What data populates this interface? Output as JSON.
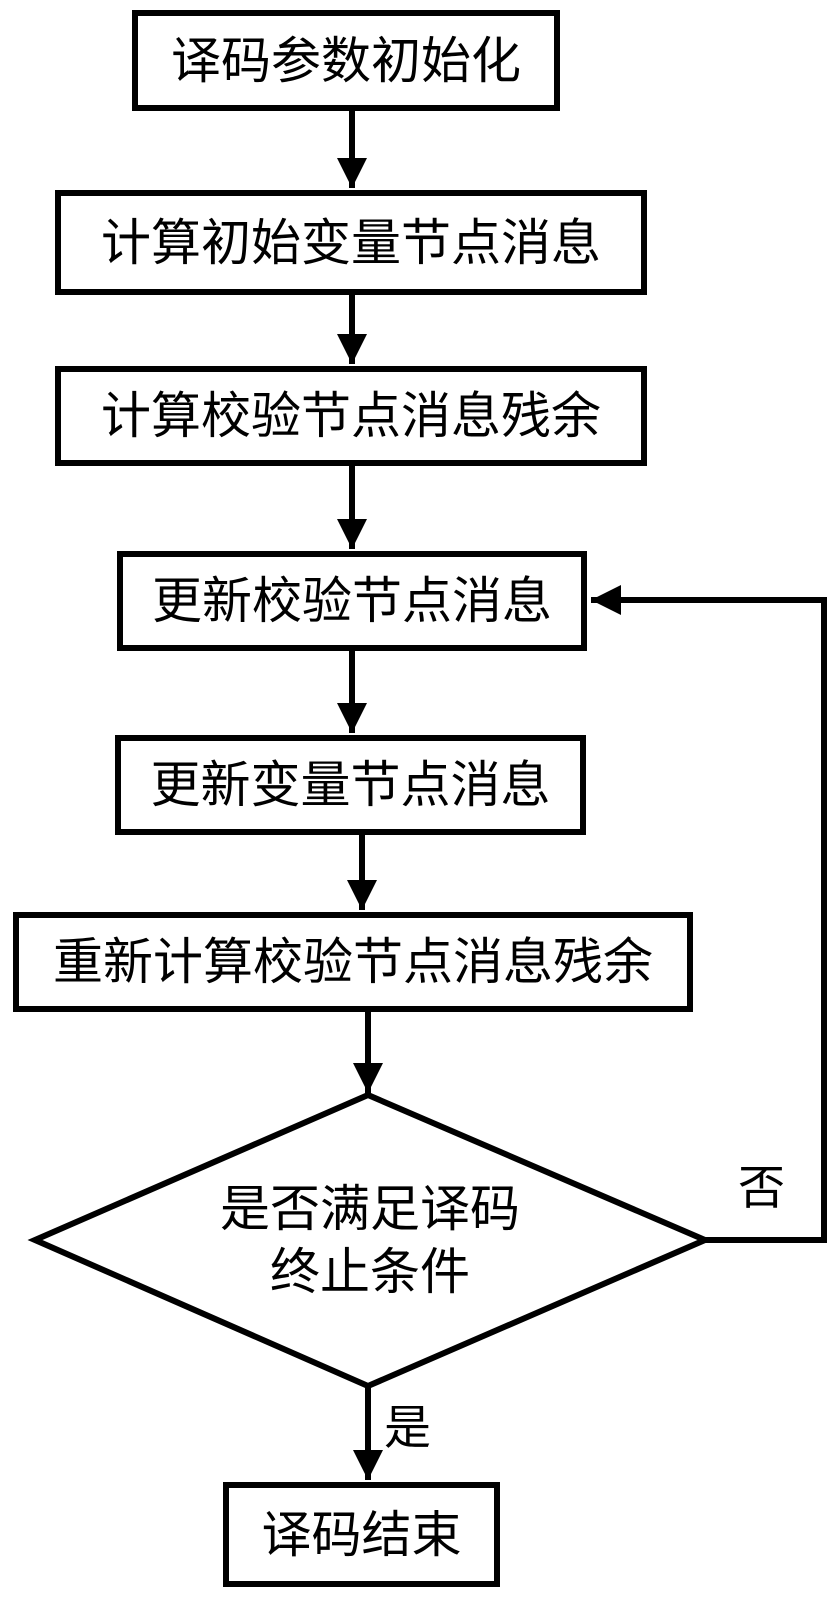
{
  "flowchart": {
    "colors": {
      "background": "#ffffff",
      "stroke": "#000000",
      "text": "#000000"
    },
    "nodes": [
      {
        "id": "init",
        "shape": "rect",
        "label": "译码参数初始化"
      },
      {
        "id": "calc-initial-variable-node-messages",
        "shape": "rect",
        "label": "计算初始变量节点消息"
      },
      {
        "id": "calc-check-node-message-residuals",
        "shape": "rect",
        "label": "计算校验节点消息残余"
      },
      {
        "id": "update-check-node-messages",
        "shape": "rect",
        "label": "更新校验节点消息"
      },
      {
        "id": "update-variable-node-messages",
        "shape": "rect",
        "label": "更新变量节点消息"
      },
      {
        "id": "recalc-check-node-message-residuals",
        "shape": "rect",
        "label": "重新计算校验节点消息残余"
      },
      {
        "id": "termination-check",
        "shape": "diamond",
        "label_line1": "是否满足译码",
        "label_line2": "终止条件"
      },
      {
        "id": "decoding-end",
        "shape": "rect",
        "label": "译码结束"
      }
    ],
    "branch_labels": {
      "no": "否",
      "yes": "是"
    }
  }
}
